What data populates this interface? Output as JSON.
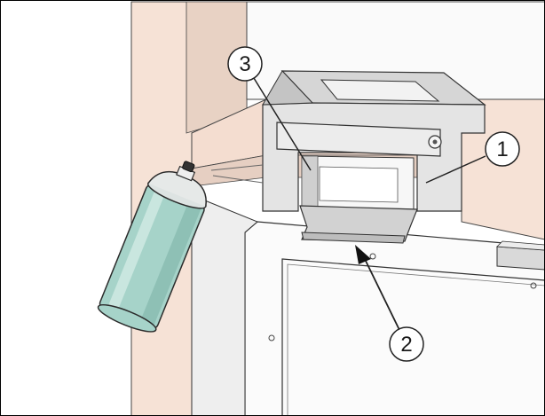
{
  "callouts": {
    "one": {
      "label": "1"
    },
    "two": {
      "label": "2"
    },
    "three": {
      "label": "3"
    }
  },
  "colors": {
    "wall_peach": "#f6e2d6",
    "wall_shadow": "#e3cdbf",
    "panel_white": "#fbfbfb",
    "metal_grey": "#dadada",
    "metal_dark": "#b3b3b3",
    "can_green": "#a6d3c9",
    "can_green_dark": "#7fb3a8",
    "outline": "#222222"
  }
}
